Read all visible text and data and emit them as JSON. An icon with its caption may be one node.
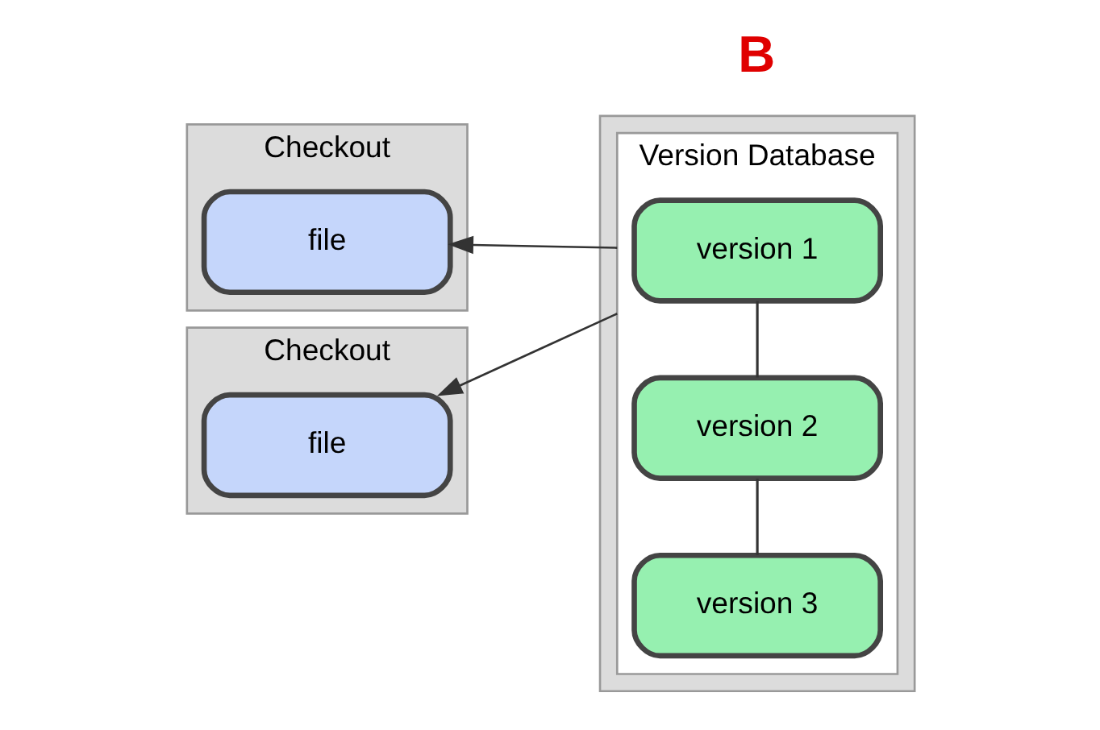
{
  "diagram": {
    "nodes": [
      {
        "text": [
          "Checkout"
        ]
      },
      {
        "text": [
          "file"
        ],
        "in": 0
      },
      {
        "text": [
          "Checkout"
        ]
      },
      {
        "text": [
          "file"
        ],
        "in": 2
      },
      {
        "text": [],
        "shape": "box"
      },
      {
        "text": [
          "Version Database"
        ],
        "in": 4
      },
      {
        "text": [
          "version 3"
        ],
        "in": 5
      },
      {
        "text": [
          "version 2"
        ],
        "in": 5
      },
      {
        "text": [
          "version 1"
        ],
        "in": 5
      }
    ],
    "edges": [
      {
        "from": 6,
        "to": 7,
        "arrow": "none"
      },
      {
        "from": 7,
        "to": 8,
        "arrow": "none"
      },
      {
        "from": 5,
        "to": 1,
        "arrow": "to"
      },
      {
        "from": 5,
        "to": 3,
        "arrow": "to"
      }
    ],
    "labels": [
      "B"
    ]
  }
}
